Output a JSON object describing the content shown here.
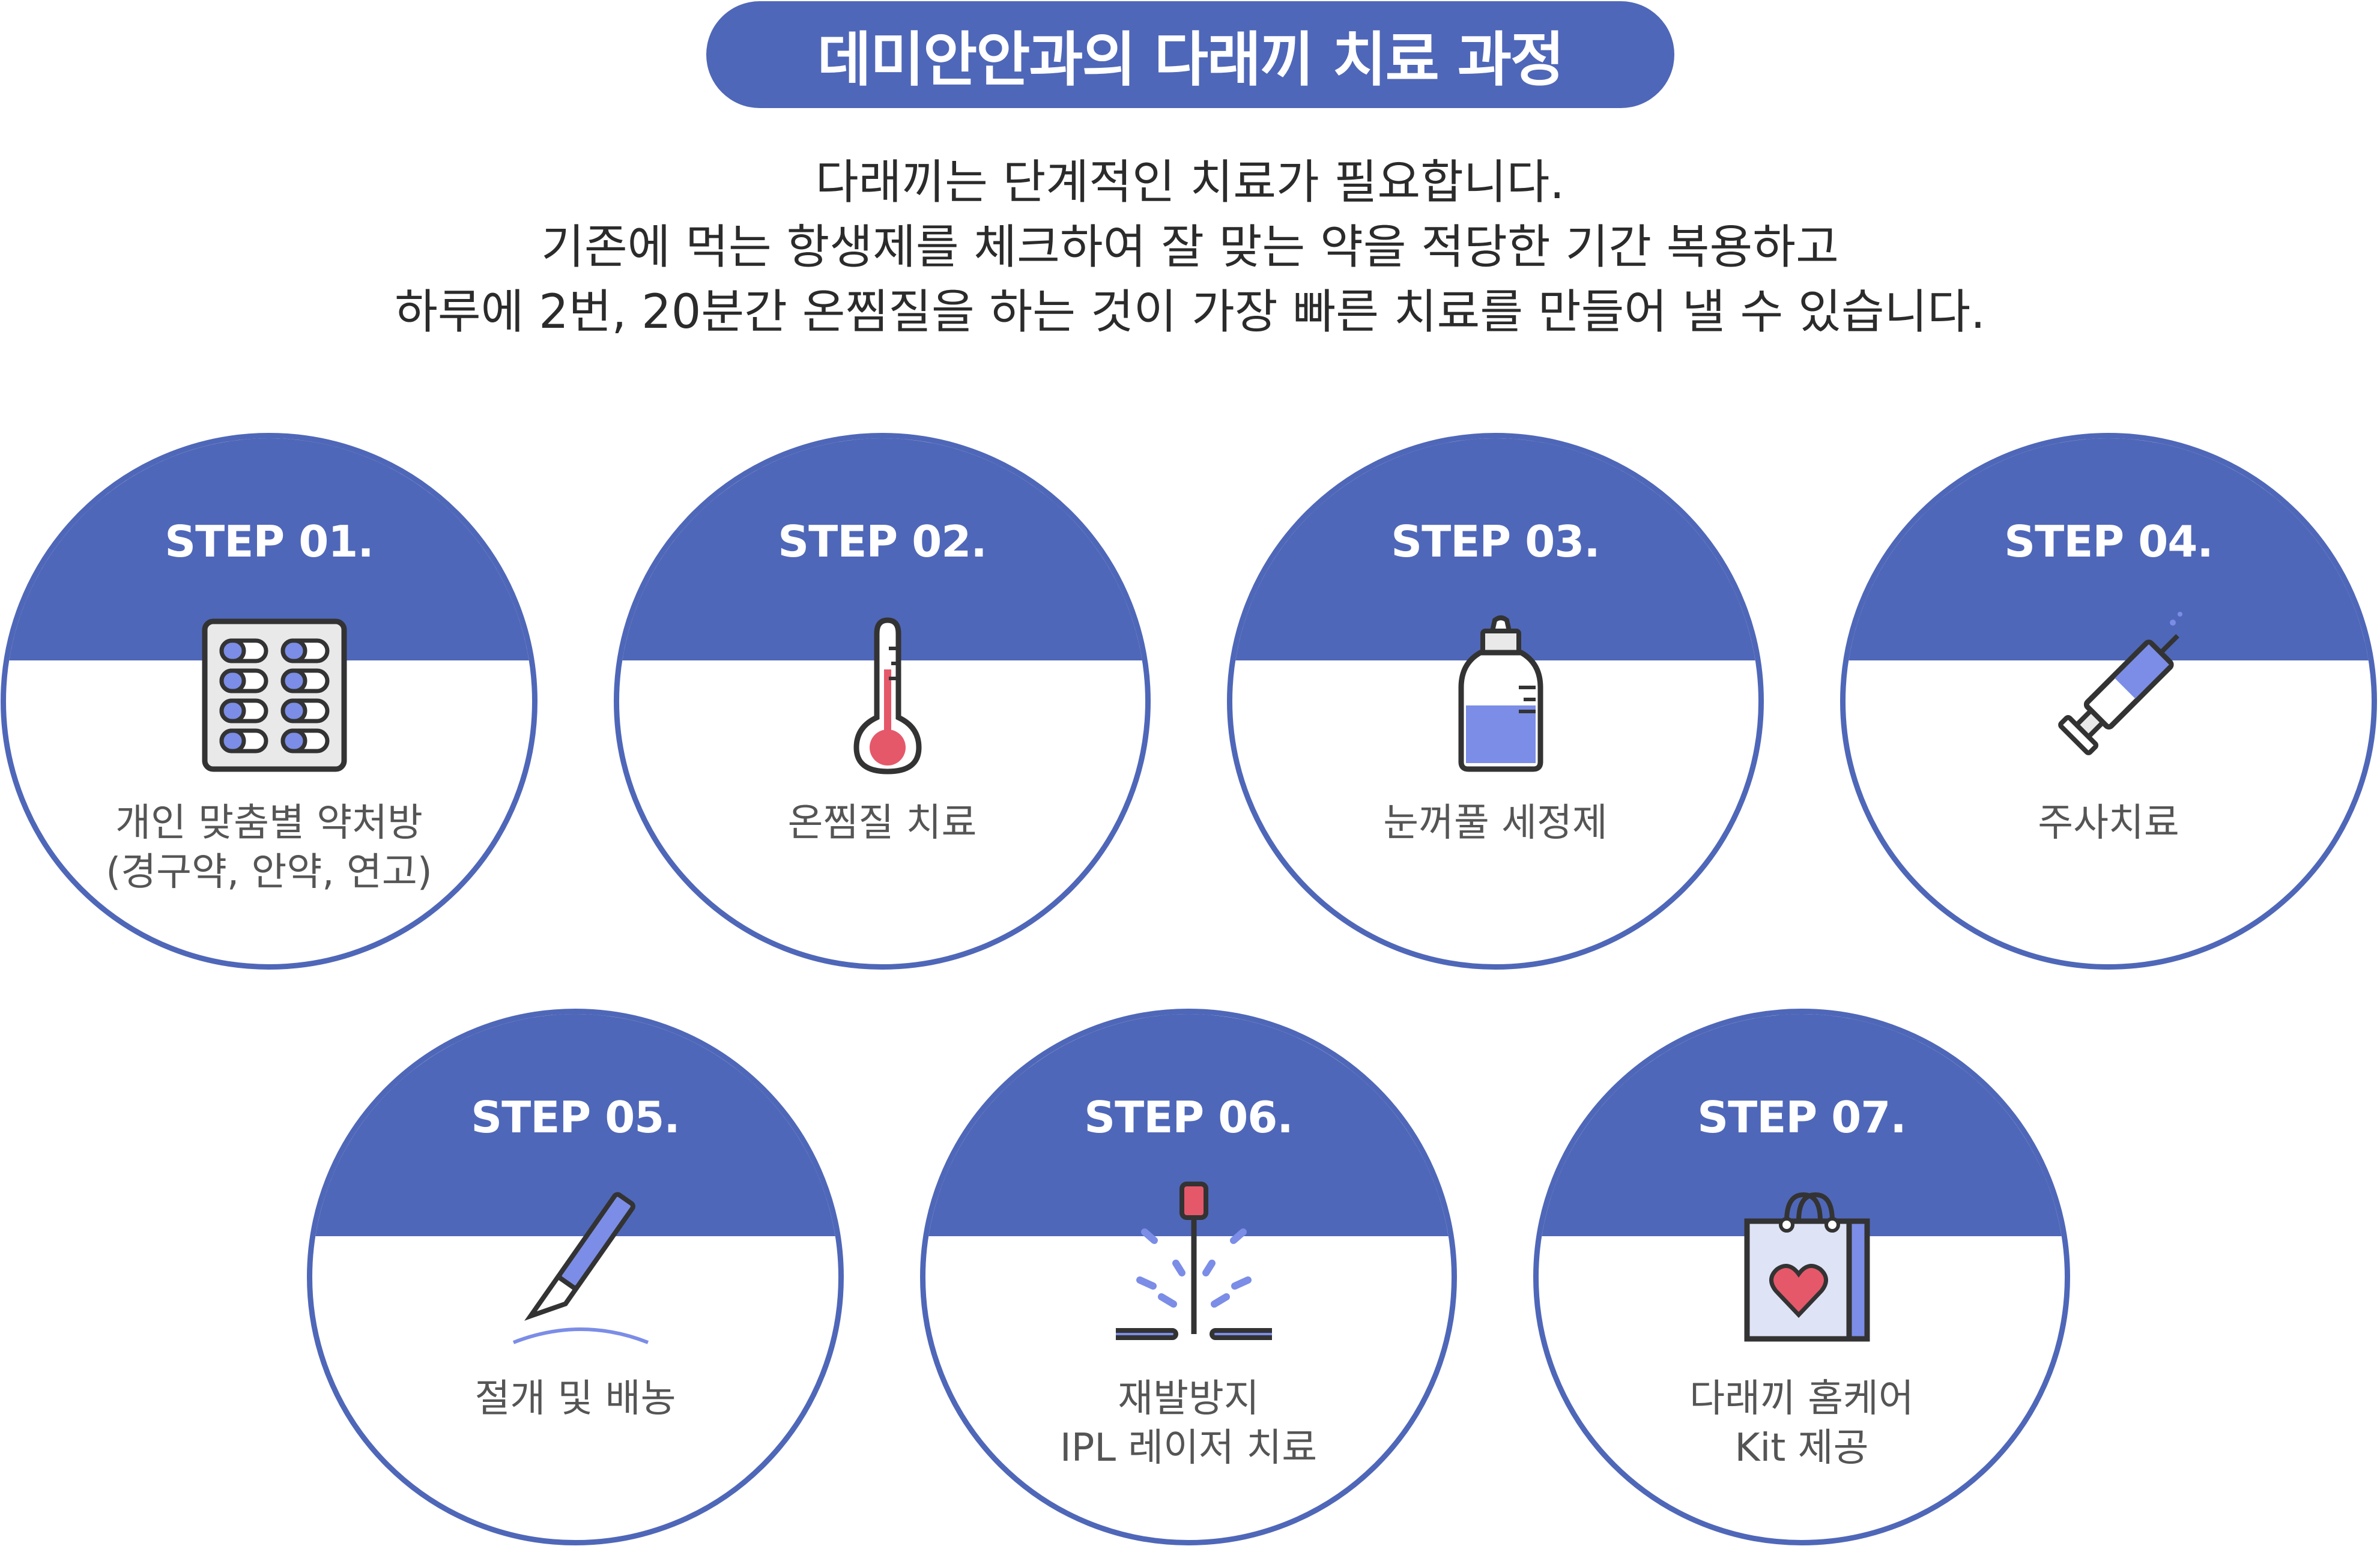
{
  "title": "데미안안과의 다래끼 치료 과정",
  "description": [
    "다래끼는 단계적인 치료가 필요합니다.",
    "기존에 먹는 항생제를 체크하여 잘 맞는 약을 적당한 기간 복용하고",
    "하루에 2번, 20분간 온찜질을 하는 것이 가장 빠른 치료를 만들어 낼 수 있습니다."
  ],
  "colors": {
    "accent": "#4f67b8",
    "icon_fill": "#7b8de6",
    "icon_red": "#e5586a",
    "icon_dark": "#333333"
  },
  "steps": [
    {
      "label": "STEP 01.",
      "icon": "pill-blister-icon",
      "caption": [
        "개인 맞춤별 약처방",
        "(경구약, 안약, 연고)"
      ]
    },
    {
      "label": "STEP 02.",
      "icon": "thermometer-icon",
      "caption": [
        "온찜질 치료"
      ]
    },
    {
      "label": "STEP 03.",
      "icon": "cleanser-bottle-icon",
      "caption": [
        "눈꺼풀 세정제"
      ]
    },
    {
      "label": "STEP 04.",
      "icon": "syringe-icon",
      "caption": [
        "주사치료"
      ]
    },
    {
      "label": "STEP 05.",
      "icon": "scalpel-icon",
      "caption": [
        "절개 및 배농"
      ]
    },
    {
      "label": "STEP 06.",
      "icon": "ipl-laser-icon",
      "caption": [
        "재발방지",
        "IPL 레이저 치료"
      ]
    },
    {
      "label": "STEP 07.",
      "icon": "homecare-bag-icon",
      "caption": [
        "다래끼 홈케어",
        "Kit 제공"
      ]
    }
  ]
}
